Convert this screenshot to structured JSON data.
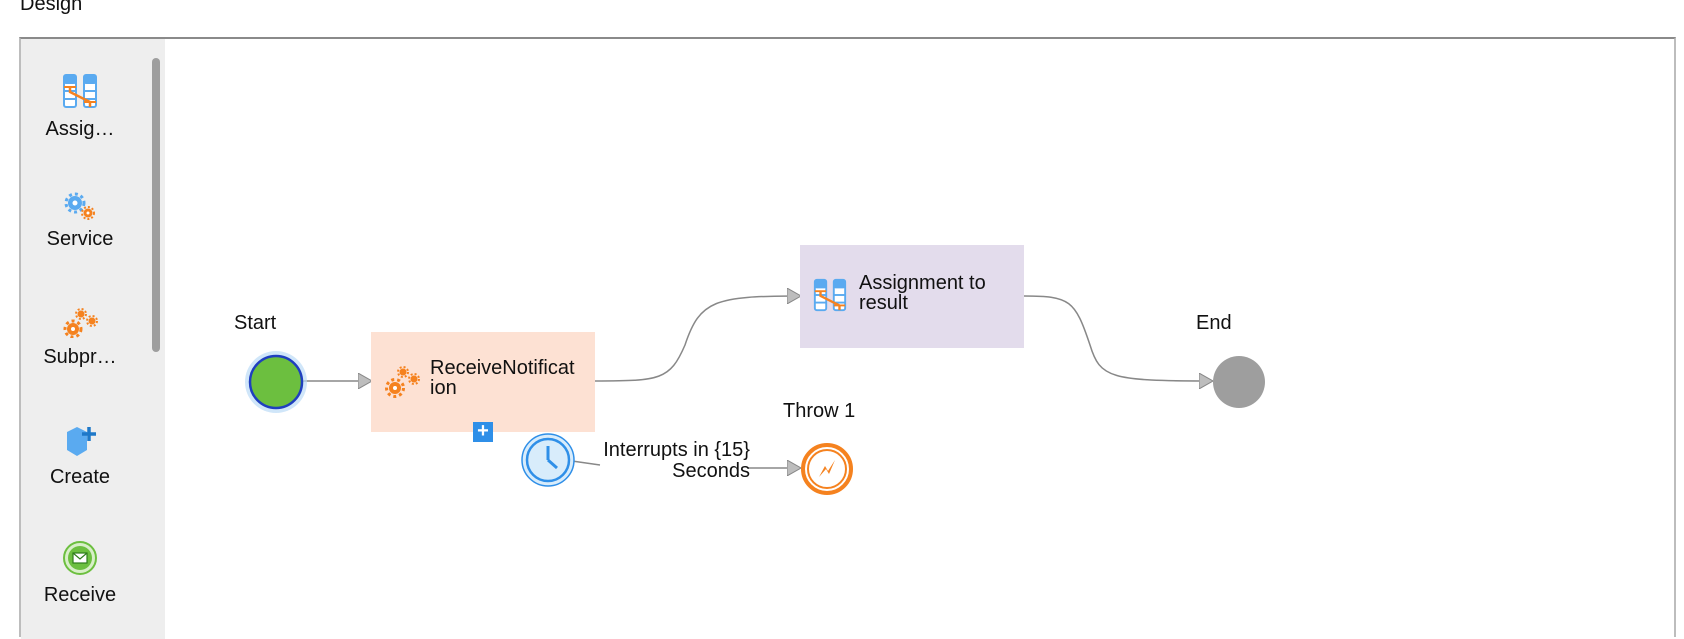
{
  "header": {
    "title": "Design"
  },
  "palette": {
    "items": [
      {
        "label": "Assig…",
        "icon": "assignment-icon"
      },
      {
        "label": "Service",
        "icon": "service-gears-icon"
      },
      {
        "label": "Subpr…",
        "icon": "subprocess-gears-icon"
      },
      {
        "label": "Create",
        "icon": "create-plus-icon"
      },
      {
        "label": "Receive",
        "icon": "receive-envelope-icon"
      }
    ]
  },
  "flow": {
    "start": {
      "label": "Start",
      "color": "#6cbf3f"
    },
    "receive_task": {
      "label_line1": "ReceiveNotificat",
      "label_line2": "ion",
      "color": "#fde1d3",
      "icon": "gears-icon"
    },
    "assignment_task": {
      "label_line1": "Assignment to",
      "label_line2": "result",
      "color": "#e3dcec",
      "icon": "assignment-icon"
    },
    "end": {
      "label": "End",
      "color": "#9e9e9e"
    },
    "throw": {
      "label": "Throw 1",
      "color": "#f5821f",
      "icon": "lightning-icon"
    },
    "timer": {
      "label_line1": "Interrupts in {15}",
      "label_line2": "Seconds",
      "icon": "clock-icon"
    },
    "expand_button": {
      "label": "+"
    }
  }
}
